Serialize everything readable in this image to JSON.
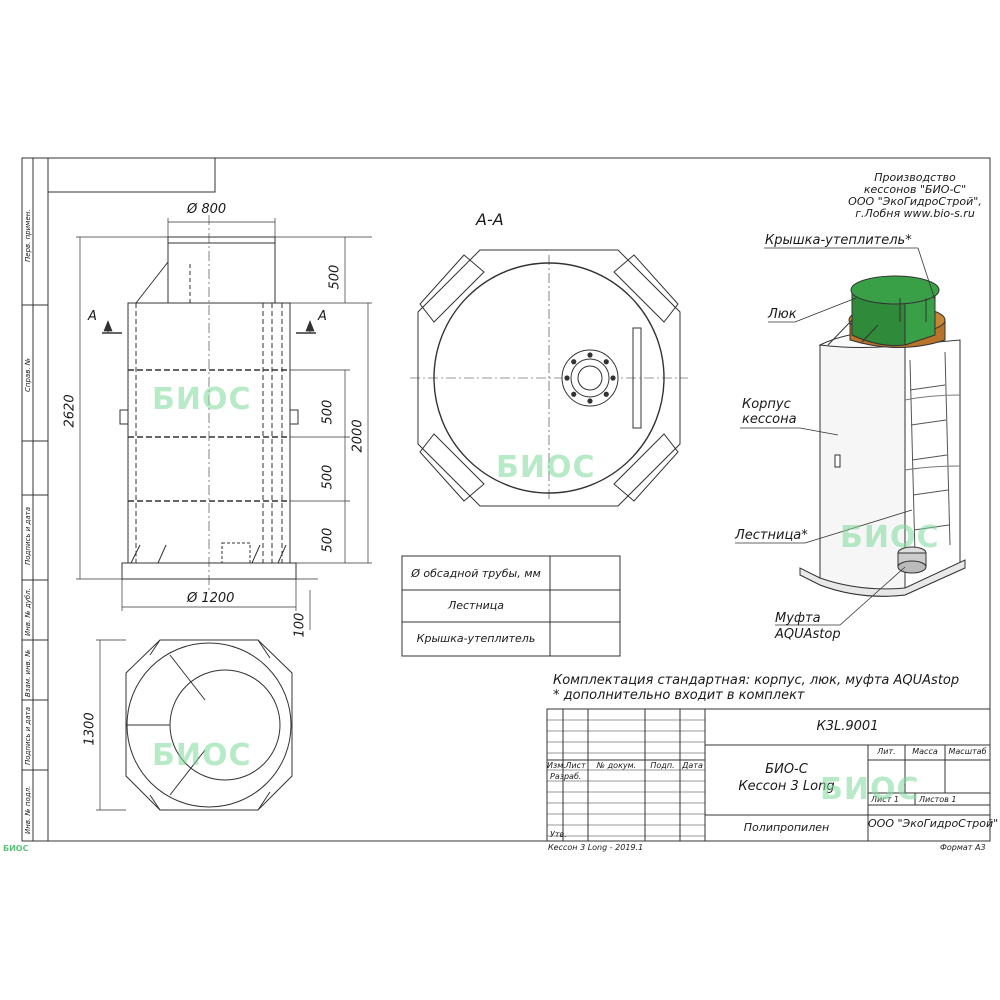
{
  "producer": {
    "line1": "Производство",
    "line2": "кессонов \"БИО-С\"",
    "line3": "ООО \"ЭкоГидроСтрой\",",
    "line4": "г.Лобня   www.bio-s.ru"
  },
  "front_view": {
    "top_diameter": "Ø 800",
    "bottom_diameter": "Ø 1200",
    "section_mark": "A",
    "dim_total": "2620",
    "dim_body": "2000",
    "dim_neck": "500",
    "dim_step1": "500",
    "dim_step2": "500",
    "dim_step3": "500",
    "dim_base": "100"
  },
  "plan_view": {
    "dim_width": "1300"
  },
  "section_view": {
    "title": "А-А"
  },
  "parts_table": {
    "rows": [
      {
        "label": "Ø  обсадной трубы, мм",
        "value": ""
      },
      {
        "label": "Лестница",
        "value": ""
      },
      {
        "label": "Крышка-утеплитель",
        "value": ""
      }
    ]
  },
  "callouts": {
    "lid": "Крышка-утеплитель*",
    "hatch": "Люк",
    "body1": "Корпус",
    "body2": "кессона",
    "ladder": "Лестница*",
    "sleeve1": "Муфта",
    "sleeve2": "AQUAstop"
  },
  "notes": {
    "line1": "Комплектация стандартная: корпус, люк, муфта AQUAstop",
    "line2": "* дополнительно входит в комплект"
  },
  "title_block": {
    "code": "К3L.9001",
    "name1": "БИО-С",
    "name2": "Кессон 3 Long",
    "material": "Полипропилен",
    "company": "ООО \"ЭкоГидроСтрой\"",
    "col_izm": "Изм.",
    "col_list": "Лист",
    "col_doc": "№ докум.",
    "col_sign": "Подп.",
    "col_date": "Дата",
    "razrab": "Разраб.",
    "utv": "Утв.",
    "lit": "Лит.",
    "massa": "Масса",
    "masshtab": "Масштаб",
    "sheet": "Лист 1",
    "sheets": "Листов 1"
  },
  "footer": {
    "left": "Кессон 3 Long - 2019.1",
    "right": "Формат А3",
    "corner": "БИОС"
  },
  "side_stamps": {
    "s1": "Перв. примен.",
    "s2": "Справ. №",
    "s3": "Подпись и дата",
    "s4": "Инв. № дубл.",
    "s5": "Взам. инв. №",
    "s6": "Подпись и дата",
    "s7": "Инв. № подл."
  },
  "watermark": "БИОС",
  "colors": {
    "lid_green": "#2f8a3a",
    "lid_top": "#3aa047",
    "hatch_brown": "#b8742a",
    "watermark_green": "#7ed99a",
    "line": "#333333"
  }
}
